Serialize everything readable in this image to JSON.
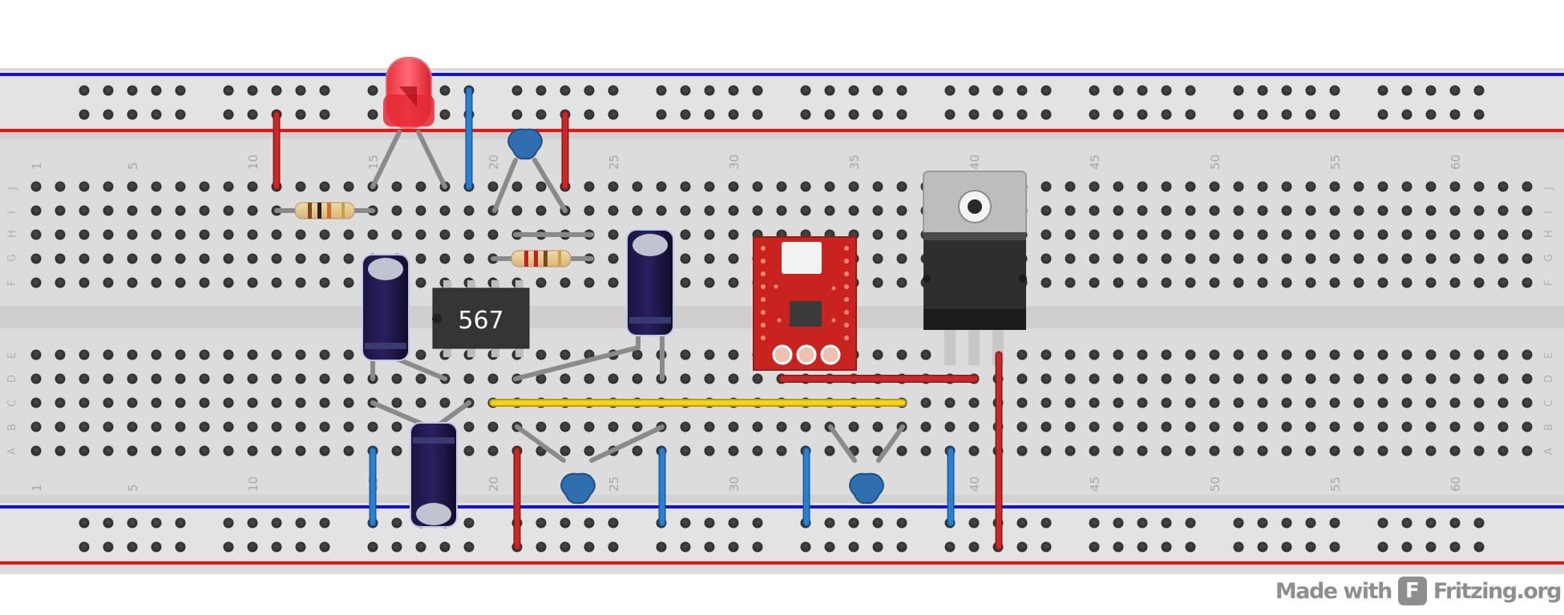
{
  "breadboard": {
    "column_labels": [
      "1",
      "5",
      "10",
      "15",
      "20",
      "25",
      "30",
      "35",
      "40",
      "45",
      "50",
      "55",
      "60"
    ],
    "upper_row_labels": [
      "J",
      "I",
      "H",
      "G",
      "F"
    ],
    "lower_row_labels": [
      "E",
      "D",
      "C",
      "B",
      "A"
    ]
  },
  "components": {
    "ic_label": "567"
  },
  "colors": {
    "rail_blue": "#1010e0",
    "rail_red": "#ee1111",
    "wire_red": "#c8282a",
    "wire_blue": "#2a7fd0",
    "wire_yellow": "#f2d21a",
    "wire_gray": "#8a8a8a",
    "board": "#dddcdc"
  },
  "credit": {
    "prefix": "Made with",
    "logo_letter": "F",
    "brand": "Fritzing.org"
  }
}
